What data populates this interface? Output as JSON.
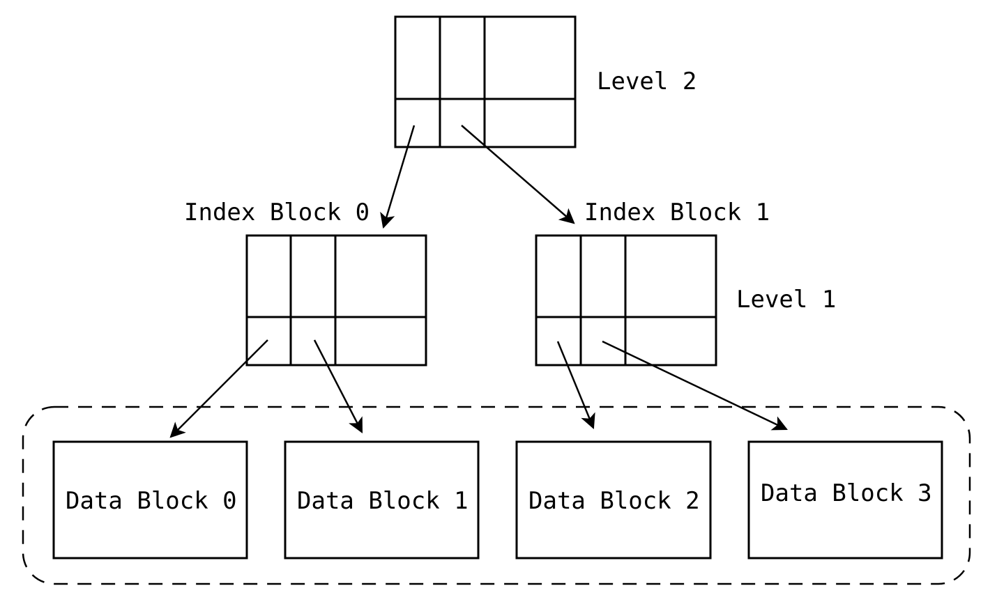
{
  "labels": {
    "level2": "Level 2",
    "level1": "Level 1",
    "index_block_0": "Index Block 0",
    "index_block_1": "Index Block 1"
  },
  "data_blocks": [
    "Data Block 0",
    "Data Block 1",
    "Data Block 2",
    "Data Block 3"
  ],
  "colors": {
    "stroke": "#000000",
    "background": "#ffffff"
  }
}
